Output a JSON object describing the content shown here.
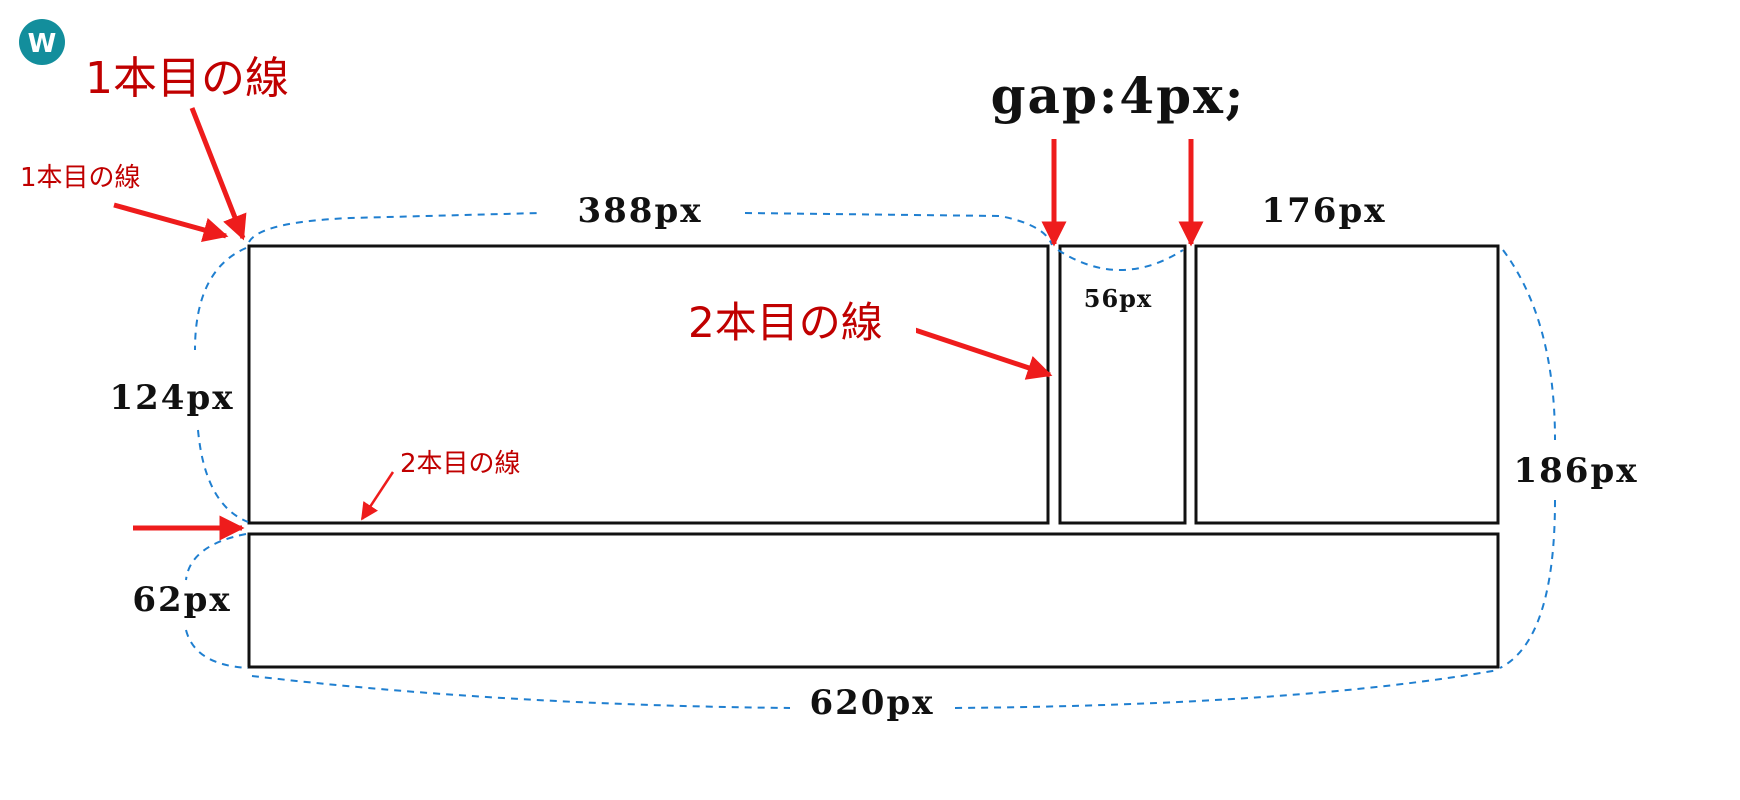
{
  "logo": {
    "letter": "W",
    "color": "#138e9c"
  },
  "labels": {
    "line1_big": "1本目の線",
    "line1_small": "1本目の線",
    "line2_big": "2本目の線",
    "line2_small": "2本目の線",
    "gap": "gap:4px;",
    "w_388": "388px",
    "w_176": "176px",
    "w_56": "56px",
    "h_124": "124px",
    "h_186": "186px",
    "h_62": "62px",
    "w_620": "620px"
  },
  "colors": {
    "arrow": "#ee1c1c",
    "annotation_text": "#c00000",
    "dimension": "#1f7fd0",
    "box": "#111111",
    "text": "#111111"
  }
}
